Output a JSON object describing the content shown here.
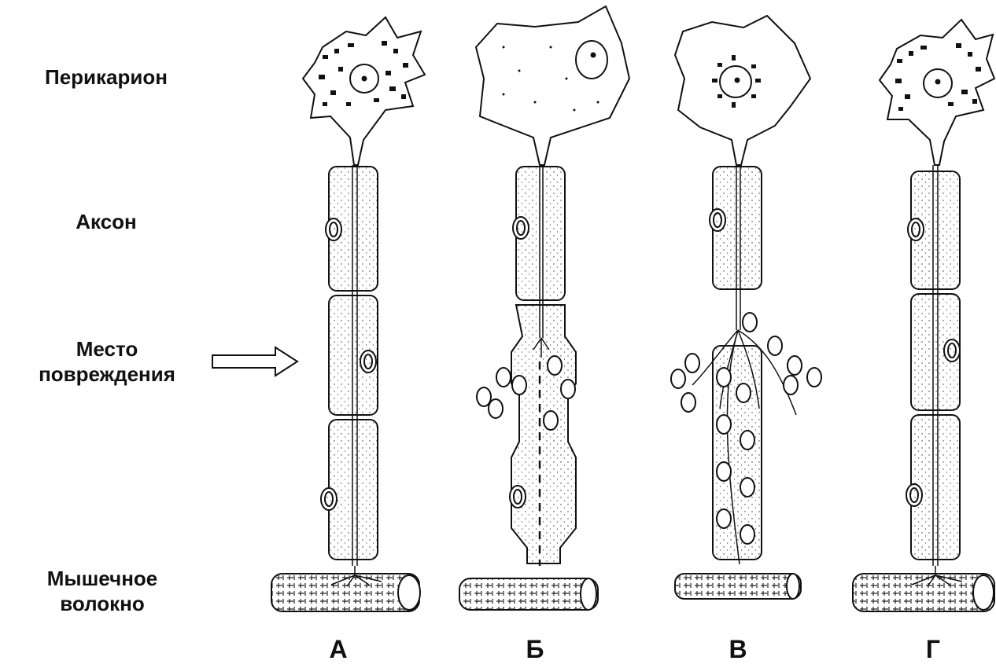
{
  "labels": {
    "perikaryon": "Перикарион",
    "axon": "Аксон",
    "injury_line1": "Место",
    "injury_line2": "повреждения",
    "muscle_line1": "Мышечное",
    "muscle_line2": "волокно"
  },
  "panels": [
    "А",
    "Б",
    "В",
    "Г"
  ],
  "colors": {
    "ink": "#111111",
    "background": "#ffffff",
    "fill": "#f4f4f4"
  },
  "icons": {
    "pointer": "arrow-right-icon"
  }
}
